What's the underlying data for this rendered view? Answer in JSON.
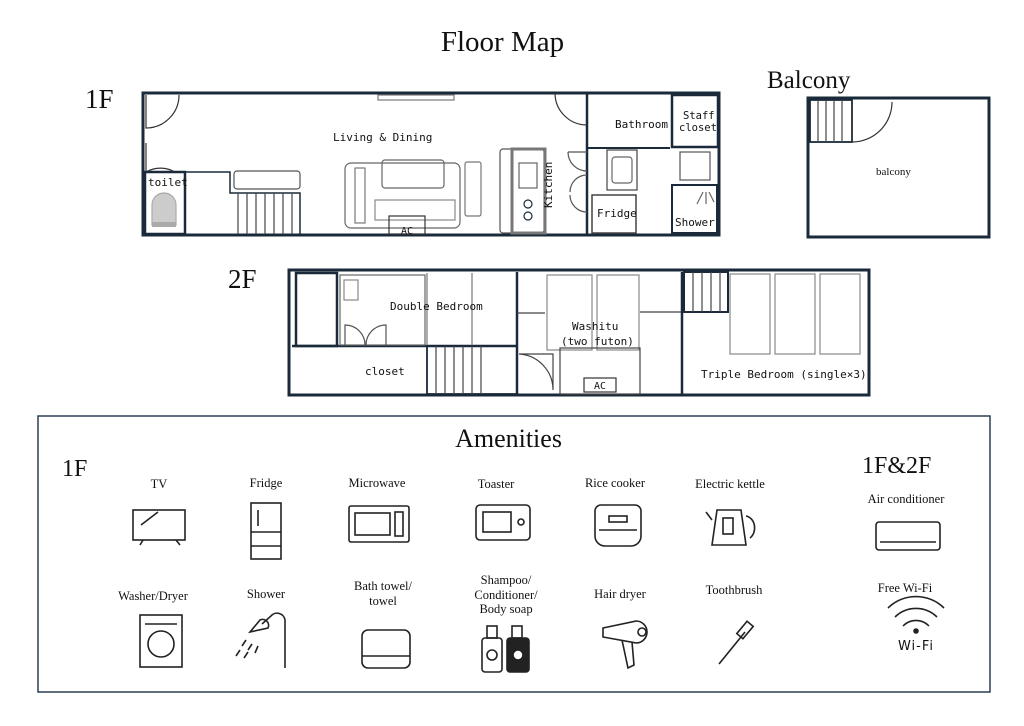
{
  "title": "Floor Map",
  "first_floor": {
    "label": "1F",
    "rooms": {
      "living": "Living & Dining",
      "toilet": "toilet",
      "kitchen": "Kitchen",
      "bathroom": "Bathroom",
      "staff_closet_1": "Staff",
      "staff_closet_2": "closet",
      "fridge": "Fridge",
      "shower": "Shower",
      "ac": "AC"
    }
  },
  "balcony": {
    "label": "Balcony",
    "room": "balcony"
  },
  "second_floor": {
    "label": "2F",
    "rooms": {
      "double_bedroom": "Double Bedroom",
      "closet": "closet",
      "washitu": "Washitu",
      "washitu_sub": "(two futon)",
      "ac": "AC",
      "triple_bedroom": "Triple Bedroom (single×3)"
    }
  },
  "amenities": {
    "title": "Amenities",
    "section_1f": "1F",
    "section_both": "1F&2F",
    "items_1f": [
      {
        "label": "TV",
        "icon": "tv-icon"
      },
      {
        "label": "Fridge",
        "icon": "fridge-icon"
      },
      {
        "label": "Microwave",
        "icon": "microwave-icon"
      },
      {
        "label": "Toaster",
        "icon": "toaster-icon"
      },
      {
        "label": "Rice cooker",
        "icon": "rice-cooker-icon"
      },
      {
        "label": "Electric kettle",
        "icon": "kettle-icon"
      },
      {
        "label": "Washer/Dryer",
        "icon": "washer-icon"
      },
      {
        "label": "Shower",
        "icon": "shower-icon"
      },
      {
        "label": "Bath towel/",
        "label2": "towel",
        "icon": "towel-icon"
      },
      {
        "label": "Shampoo/",
        "label2": "Conditioner/",
        "label3": "Body soap",
        "icon": "shampoo-icon"
      },
      {
        "label": "Hair dryer",
        "icon": "hair-dryer-icon"
      },
      {
        "label": "Toothbrush",
        "icon": "toothbrush-icon"
      }
    ],
    "items_both": [
      {
        "label": "Air conditioner",
        "icon": "air-conditioner-icon"
      },
      {
        "label": "Free Wi-Fi",
        "icon": "wifi-icon",
        "icon_text": "Wi-Fi"
      }
    ]
  }
}
